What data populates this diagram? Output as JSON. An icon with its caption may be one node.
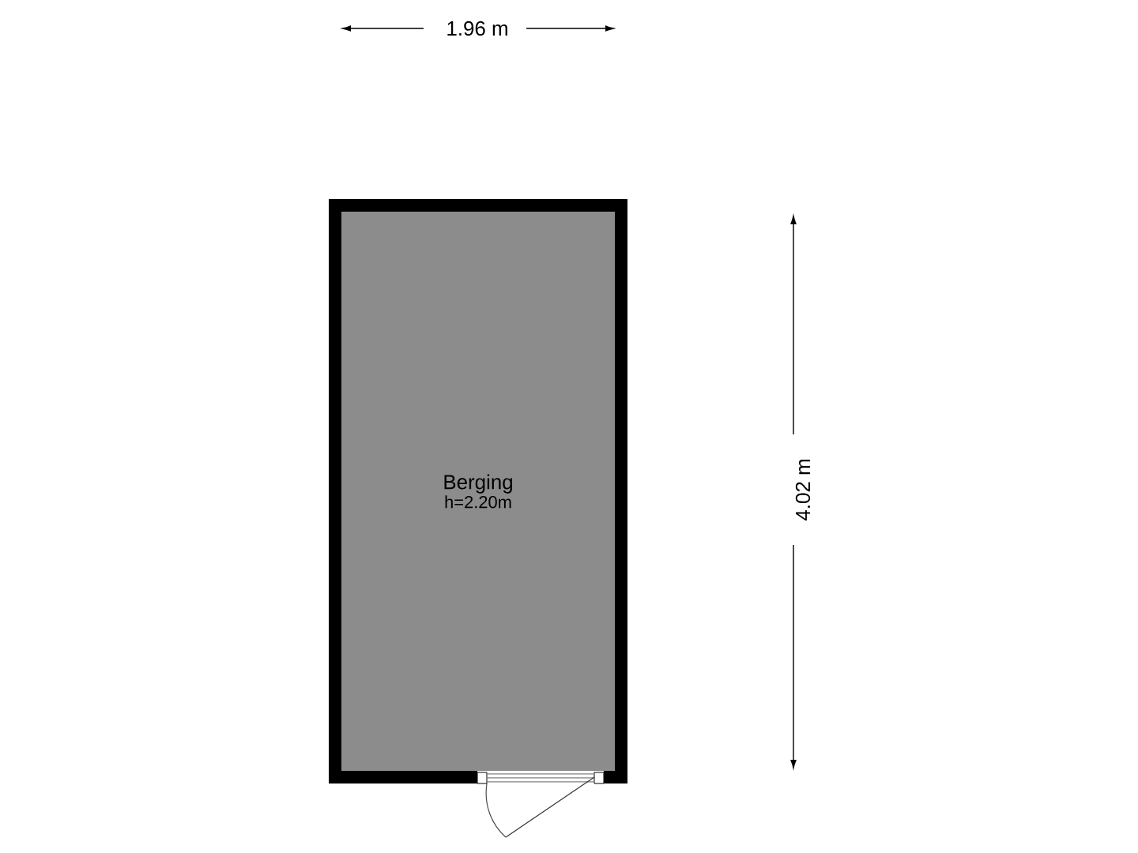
{
  "diagram": {
    "nodes": [
      {
        "text": [
          "Berging",
          "h=2.20m"
        ]
      }
    ],
    "labels": [
      "1.96 m",
      "4.02 m"
    ]
  }
}
